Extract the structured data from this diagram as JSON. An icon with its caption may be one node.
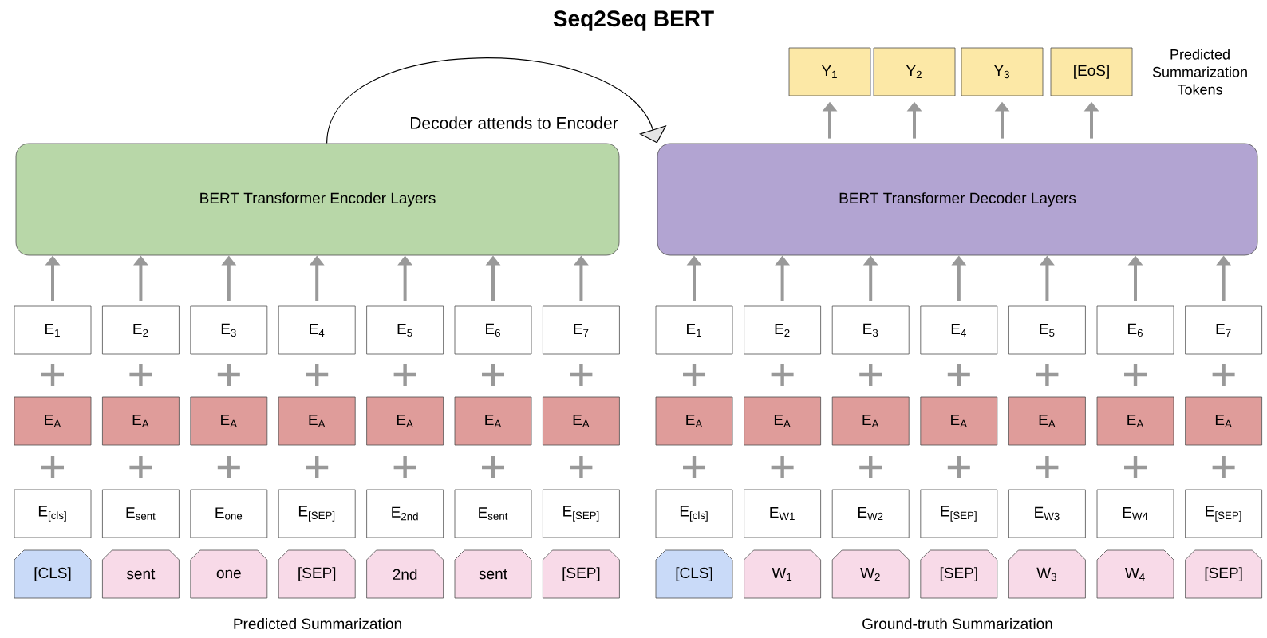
{
  "diagram": {
    "title": "Seq2Seq BERT",
    "nodes": [
      {
        "text": [
          "Y$_{1}$"
        ]
      },
      {
        "text": [
          "Y$_{2}$"
        ]
      },
      {
        "text": [
          "Y$_{3}$"
        ]
      },
      {
        "text": [
          "[EoS]"
        ]
      },
      {
        "text": [
          "BERT Transformer Encoder Layers"
        ]
      },
      {
        "text": [
          "BERT Transformer Decoder Layers"
        ]
      },
      {
        "text": [
          "E$_{1}$"
        ]
      },
      {
        "text": [
          "E$_{2}$"
        ]
      },
      {
        "text": [
          "E$_{3}$"
        ]
      },
      {
        "text": [
          "E$_{4}$"
        ]
      },
      {
        "text": [
          "E$_{5}$"
        ]
      },
      {
        "text": [
          "E$_{6}$"
        ]
      },
      {
        "text": [
          "E$_{7}$"
        ]
      },
      {
        "text": [
          "E$_{1}$"
        ]
      },
      {
        "text": [
          "E$_{2}$"
        ]
      },
      {
        "text": [
          "E$_{3}$"
        ]
      },
      {
        "text": [
          "E$_{4}$"
        ]
      },
      {
        "text": [
          "E$_{5}$"
        ]
      },
      {
        "text": [
          "E$_{6}$"
        ]
      },
      {
        "text": [
          "E$_{7}$"
        ]
      },
      {
        "text": [
          "E$_{A}$"
        ]
      },
      {
        "text": [
          "E$_{A}$"
        ]
      },
      {
        "text": [
          "E$_{A}$"
        ]
      },
      {
        "text": [
          "E$_{A}$"
        ]
      },
      {
        "text": [
          "E$_{A}$"
        ]
      },
      {
        "text": [
          "E$_{A}$"
        ]
      },
      {
        "text": [
          "E$_{A}$"
        ]
      },
      {
        "text": [
          "E$_{A}$"
        ]
      },
      {
        "text": [
          "E$_{A}$"
        ]
      },
      {
        "text": [
          "E$_{A}$"
        ]
      },
      {
        "text": [
          "E$_{A}$"
        ]
      },
      {
        "text": [
          "E$_{A}$"
        ]
      },
      {
        "text": [
          "E$_{A}$"
        ]
      },
      {
        "text": [
          "E$_{A}$"
        ]
      },
      {
        "text": [
          "E$_{[cls]}$"
        ]
      },
      {
        "text": [
          "E$_{sent}$"
        ]
      },
      {
        "text": [
          "E$_{one}$"
        ]
      },
      {
        "text": [
          "E$_{[SEP]}$"
        ]
      },
      {
        "text": [
          "E$_{2nd}$"
        ]
      },
      {
        "text": [
          "E$_{sent}$"
        ]
      },
      {
        "text": [
          "E$_{[SEP]}$"
        ]
      },
      {
        "text": [
          "E$_{[cls]}$"
        ]
      },
      {
        "text": [
          "E$_{W1}$"
        ]
      },
      {
        "text": [
          "E$_{W2}$"
        ]
      },
      {
        "text": [
          "E$_{[SEP]}$"
        ]
      },
      {
        "text": [
          "E$_{W3}$"
        ]
      },
      {
        "text": [
          "E$_{W4}$"
        ]
      },
      {
        "text": [
          "E$_{[SEP]}$"
        ]
      },
      {
        "text": [
          "[CLS]"
        ]
      },
      {
        "text": [
          "sent"
        ]
      },
      {
        "text": [
          "one"
        ]
      },
      {
        "text": [
          "[SEP]"
        ]
      },
      {
        "text": [
          "2nd"
        ]
      },
      {
        "text": [
          "sent"
        ]
      },
      {
        "text": [
          "[SEP]"
        ]
      },
      {
        "text": [
          "[CLS]"
        ]
      },
      {
        "text": [
          "W$_{1}$"
        ]
      },
      {
        "text": [
          "W$_{2}$"
        ]
      },
      {
        "text": [
          "[SEP]"
        ]
      },
      {
        "text": [
          "W$_{3}$"
        ]
      },
      {
        "text": [
          "W$_{4}$"
        ]
      },
      {
        "text": [
          "[SEP]"
        ]
      }
    ],
    "edges": [
      {
        "from": 4,
        "to": 5,
        "arrow": "to",
        "label": "Decoder attends to Encoder",
        "color": "#000000"
      },
      {
        "from": 5,
        "to": 0,
        "arrow": "to"
      },
      {
        "from": 5,
        "to": 1,
        "arrow": "to"
      },
      {
        "from": 5,
        "to": 2,
        "arrow": "to"
      },
      {
        "from": 5,
        "to": 3,
        "arrow": "to"
      },
      {
        "from": 6,
        "to": 4,
        "arrow": "to"
      },
      {
        "from": 7,
        "to": 4,
        "arrow": "to"
      },
      {
        "from": 8,
        "to": 4,
        "arrow": "to"
      },
      {
        "from": 9,
        "to": 4,
        "arrow": "to"
      },
      {
        "from": 10,
        "to": 4,
        "arrow": "to"
      },
      {
        "from": 11,
        "to": 4,
        "arrow": "to"
      },
      {
        "from": 12,
        "to": 4,
        "arrow": "to"
      },
      {
        "from": 13,
        "to": 5,
        "arrow": "to"
      },
      {
        "from": 14,
        "to": 5,
        "arrow": "to"
      },
      {
        "from": 15,
        "to": 5,
        "arrow": "to"
      },
      {
        "from": 16,
        "to": 5,
        "arrow": "to"
      },
      {
        "from": 17,
        "to": 5,
        "arrow": "to"
      },
      {
        "from": 18,
        "to": 5,
        "arrow": "to"
      },
      {
        "from": 19,
        "to": 5,
        "arrow": "to"
      }
    ],
    "labels": [
      "Predicted Summarization Tokens",
      "Predicted Summarization",
      "Ground-truth Summarization"
    ]
  }
}
